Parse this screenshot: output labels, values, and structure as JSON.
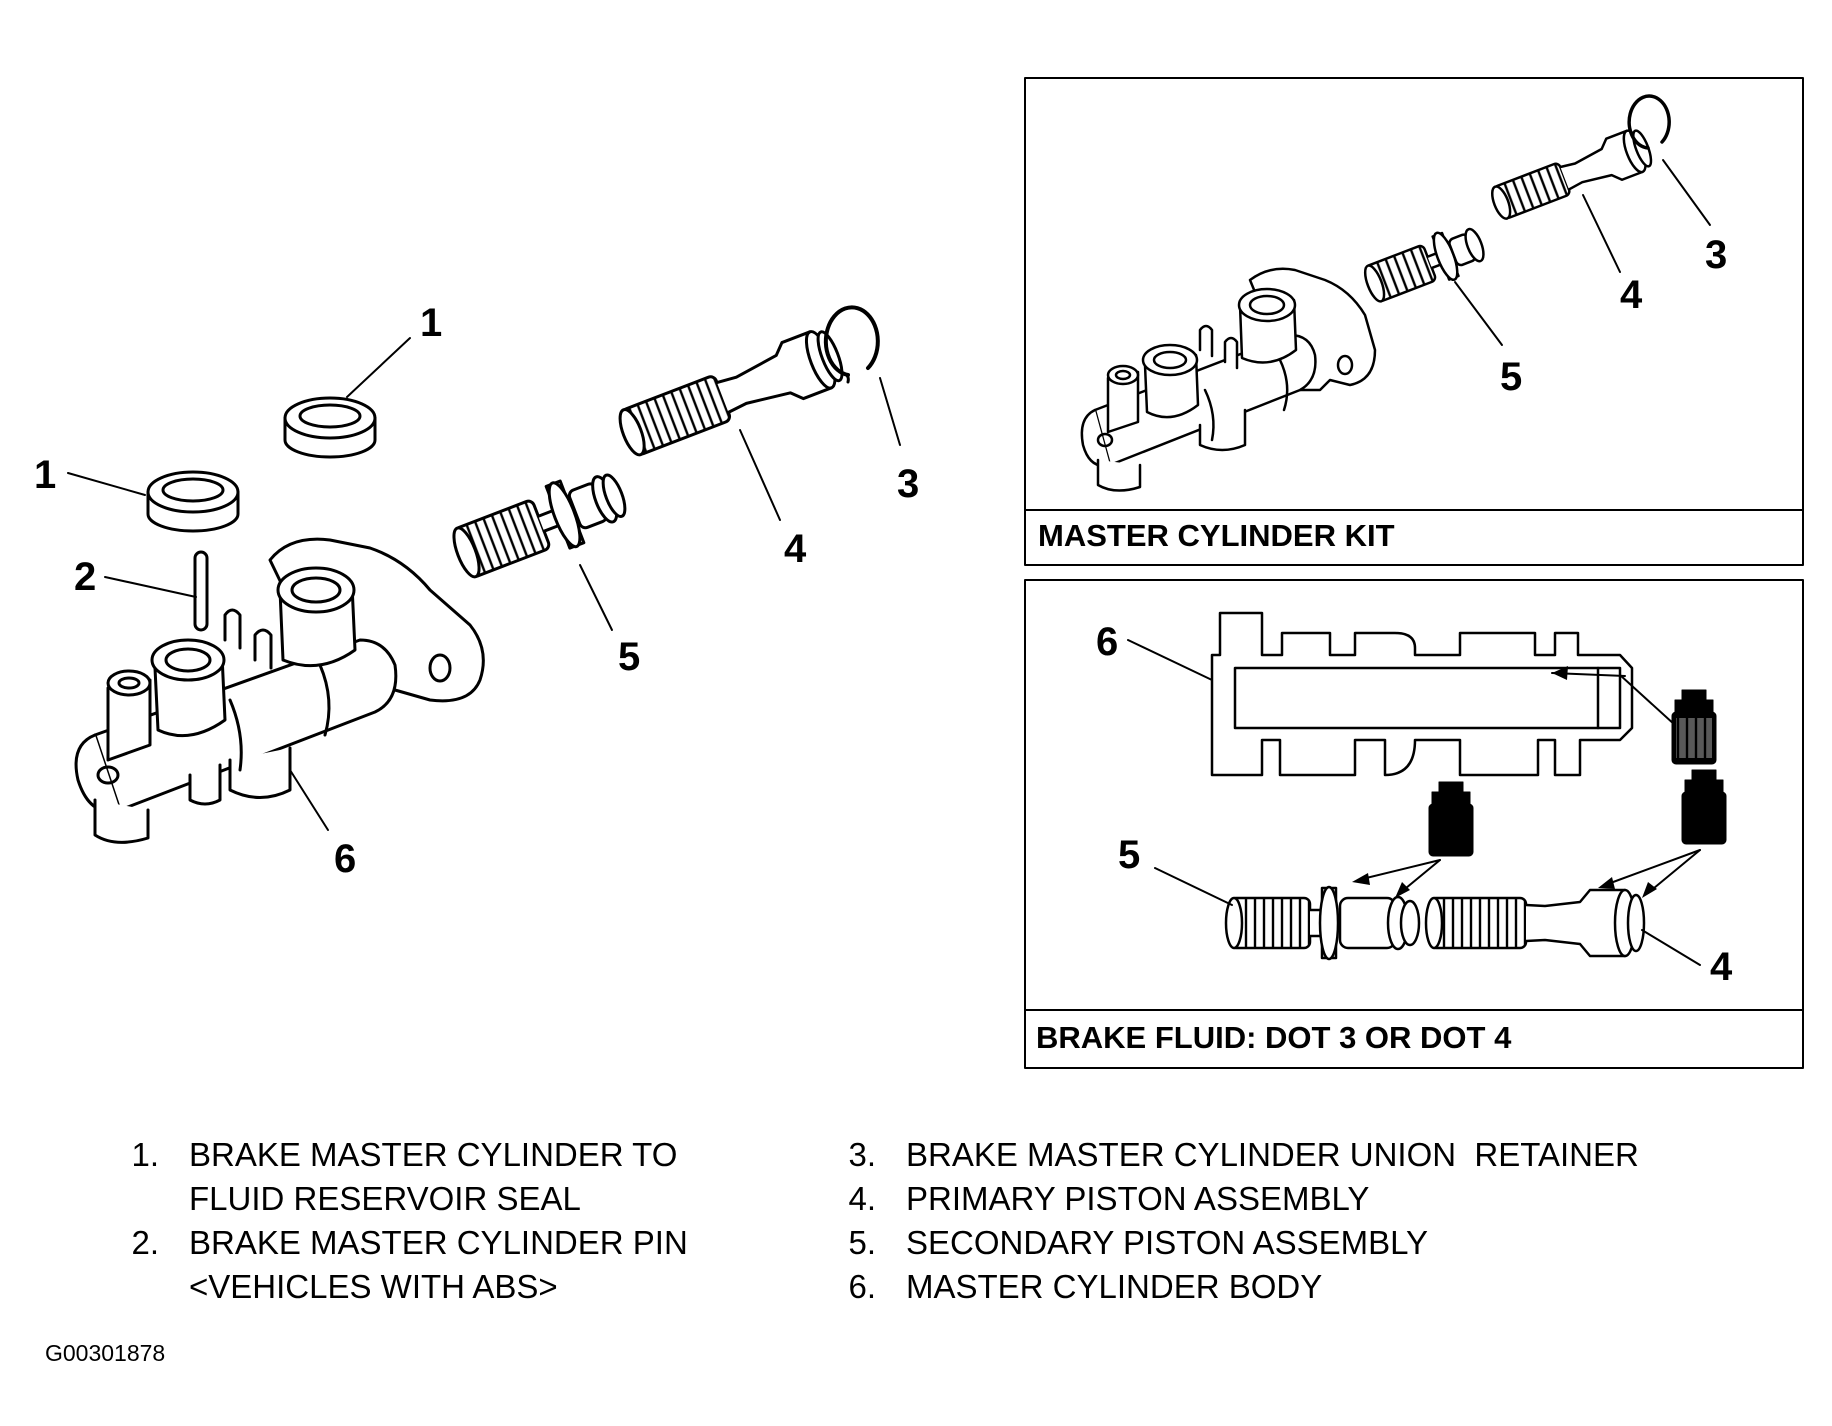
{
  "callouts": {
    "main": [
      "1",
      "1",
      "2",
      "3",
      "4",
      "5",
      "6"
    ],
    "kit": [
      "3",
      "4",
      "5"
    ],
    "fluid": [
      "6",
      "5",
      "4"
    ]
  },
  "panels": {
    "kit_caption": "MASTER CYLINDER KIT",
    "fluid_caption": "BRAKE FLUID: DOT 3 OR DOT 4"
  },
  "legend": [
    {
      "num": "1.",
      "lines": [
        "BRAKE MASTER CYLINDER TO",
        "FLUID RESERVOIR SEAL"
      ]
    },
    {
      "num": "2.",
      "lines": [
        "BRAKE MASTER CYLINDER PIN",
        "<VEHICLES WITH ABS>"
      ]
    },
    {
      "num": "3.",
      "lines": [
        "BRAKE MASTER CYLINDER UNION  RETAINER"
      ]
    },
    {
      "num": "4.",
      "lines": [
        "PRIMARY PISTON ASSEMBLY"
      ]
    },
    {
      "num": "5.",
      "lines": [
        "SECONDARY PISTON ASSEMBLY"
      ]
    },
    {
      "num": "6.",
      "lines": [
        "MASTER CYLINDER BODY"
      ]
    }
  ],
  "figure_id": "G00301878"
}
